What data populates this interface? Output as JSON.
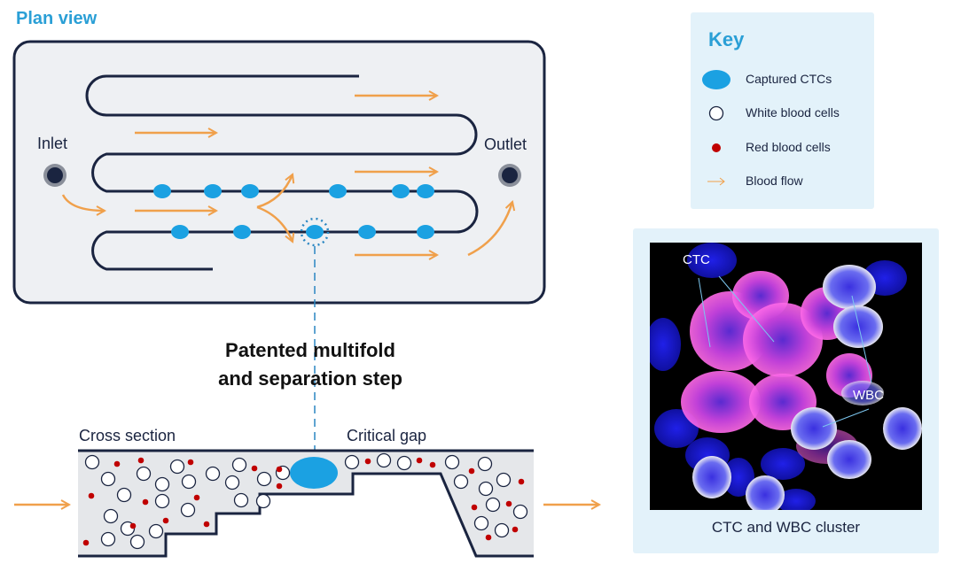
{
  "plan_view": {
    "title": "Plan view",
    "inlet_label": "Inlet",
    "outlet_label": "Outlet"
  },
  "step_label": {
    "line1": "Patented multifold",
    "line2": "and separation step"
  },
  "cross_section": {
    "label": "Cross section",
    "critical_gap_label": "Critical gap"
  },
  "key": {
    "title": "Key",
    "items": [
      {
        "label": "Captured CTCs",
        "icon": "ctc-ellipse-icon"
      },
      {
        "label": "White blood cells",
        "icon": "wbc-circle-icon"
      },
      {
        "label": "Red blood cells",
        "icon": "rbc-dot-icon"
      },
      {
        "label": "Blood flow",
        "icon": "arrow-right-icon"
      }
    ]
  },
  "micrograph": {
    "caption": "CTC and WBC cluster",
    "labels": {
      "ctc": "CTC",
      "wbc": "WBC"
    }
  },
  "colors": {
    "accent_blue": "#2a9fd6",
    "ctc_blue": "#1ba1e2",
    "flow_orange": "#f0a04b",
    "rbc_red": "#c00000",
    "outline_navy": "#1a2440",
    "chip_fill": "#eef0f3",
    "key_bg": "#e3f2fa"
  }
}
